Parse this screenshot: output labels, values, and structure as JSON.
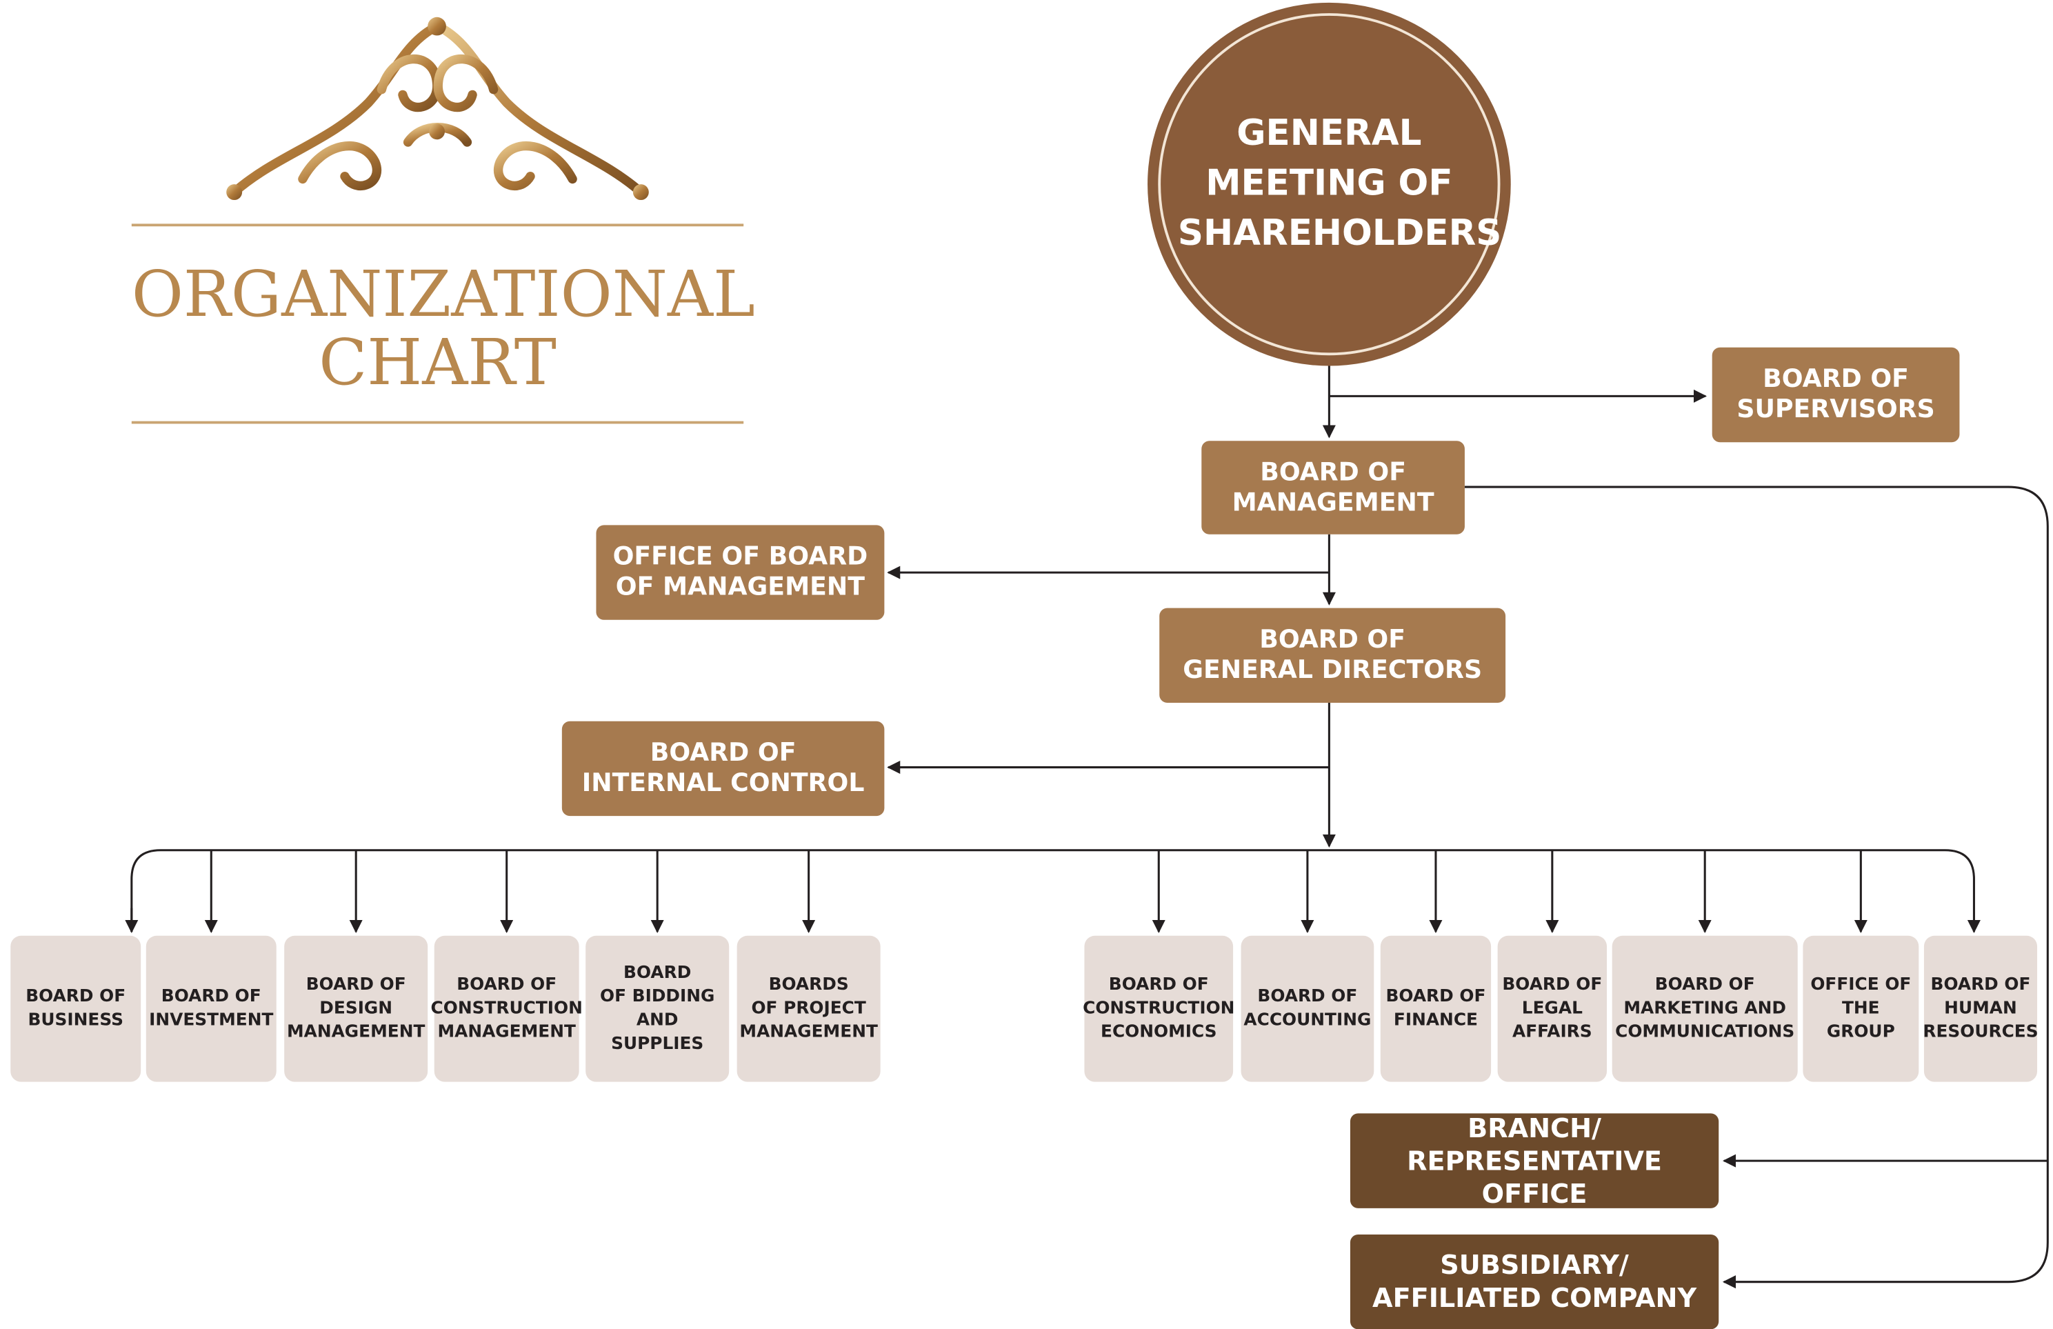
{
  "title": {
    "line1": "ORGANIZATIONAL",
    "line2": "CHART"
  },
  "colors": {
    "circle": "#8a5c3a",
    "tan_box": "#a67a4f",
    "dark_box": "#6c4a2b",
    "department_box": "#e6dcd7",
    "gold_title": "#b8884e",
    "connector": "#231f20"
  },
  "decoration": {
    "ornament_icon": "gold-baroque-flourish"
  },
  "top": "GENERAL\nMEETING OF\nSHAREHOLDERS",
  "boards": {
    "supervisors": "BOARD OF\nSUPERVISORS",
    "management": "BOARD OF\nMANAGEMENT",
    "office_management": "OFFICE OF BOARD\nOF MANAGEMENT",
    "general_directors": "BOARD OF\nGENERAL DIRECTORS",
    "internal_control": "BOARD OF\nINTERNAL CONTROL"
  },
  "departments_left": [
    "BOARD OF\nBUSINESS",
    "BOARD OF\nINVESTMENT",
    "BOARD OF\nDESIGN\nMANAGEMENT",
    "BOARD OF\nCONSTRUCTION\nMANAGEMENT",
    "BOARD\nOF BIDDING\nAND\nSUPPLIES",
    "BOARDS\nOF PROJECT\nMANAGEMENT"
  ],
  "departments_right": [
    "BOARD OF\nCONSTRUCTION\nECONOMICS",
    "BOARD OF\nACCOUNTING",
    "BOARD OF\nFINANCE",
    "BOARD OF\nLEGAL\nAFFAIRS",
    "BOARD OF\nMARKETING AND\nCOMMUNICATIONS",
    "OFFICE OF\nTHE GROUP",
    "BOARD OF\nHUMAN\nRESOURCES"
  ],
  "units": {
    "branch": "BRANCH/\nREPRESENTATIVE OFFICE",
    "subsidiary": "SUBSIDIARY/\nAFFILIATED COMPANY"
  }
}
